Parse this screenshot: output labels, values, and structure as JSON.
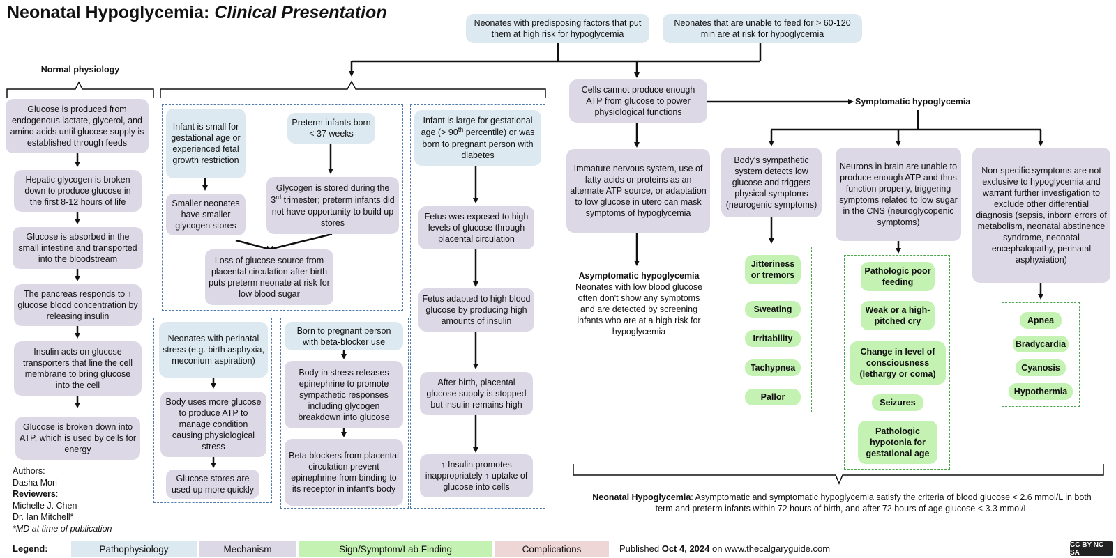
{
  "title": {
    "main": "Neonatal Hypoglycemia:",
    "italic": "Clinical Presentation"
  },
  "normal_physiology": {
    "heading": "Normal physiology",
    "steps": [
      "Glucose is produced from endogenous lactate, glycerol, and amino acids until glucose supply is established through feeds",
      "Hepatic glycogen is broken down to produce glucose in the first 8-12 hours of life",
      "Glucose is absorbed in the small intestine and transported into the bloodstream",
      "The pancreas responds to ↑ glucose blood concentration by releasing insulin",
      "Insulin acts on glucose transporters that line the cell membrane to bring glucose into the cell",
      "Glucose is broken down into ATP, which is used by cells for energy"
    ]
  },
  "top_causes": {
    "predisposing": "Neonates with predisposing factors that put them at high risk for hypoglycemia",
    "unable_feed": "Neonates that are unable to feed for > 60-120 min are at risk for hypoglycemia"
  },
  "sga_preterm": {
    "sga": "Infant is small for gestational age or experienced fetal growth restriction",
    "smaller_stores": "Smaller neonates have smaller glycogen stores",
    "preterm": "Preterm infants born < 37 weeks",
    "glycogen_third": "Glycogen is stored during the 3rd trimester; preterm infants did not have opportunity to build up stores",
    "loss_source": "Loss of glucose source from placental circulation after birth puts preterm neonate at risk for low blood sugar"
  },
  "lga": {
    "large": "Infant is large for gestational age (> 90th percentile) or was born to pregnant person with diabetes",
    "fetus_exposed": "Fetus was exposed to high levels of glucose through placental circulation",
    "fetus_adapted": "Fetus adapted to high blood glucose by producing high amounts of insulin",
    "after_birth": "After birth, placental glucose supply is stopped but insulin remains high",
    "insulin_promotes": "↑ Insulin promotes inappropriately ↑ uptake of glucose into cells"
  },
  "perinatal": {
    "stress": "Neonates with perinatal stress (e.g. birth asphyxia, meconium aspiration)",
    "body_uses": "Body uses more glucose to produce ATP to manage condition causing physiological stress",
    "stores_used": "Glucose stores are used up more quickly"
  },
  "beta_blocker": {
    "born_to": "Born to pregnant person with beta-blocker use",
    "body_stress": "Body in stress releases epinephrine to promote sympathetic responses including glycogen breakdown into glucose",
    "beta_blockers": "Beta blockers from placental circulation prevent epinephrine from binding to its receptor in infant's body"
  },
  "central": {
    "cells_cannot": "Cells cannot produce enough ATP from glucose to power physiological functions",
    "immature": "Immature nervous system, use of fatty acids or proteins as an alternate ATP source, or adaptation to low glucose in utero can mask symptoms of hypoglycemia",
    "asym_title": "Asymptomatic hypoglycemia",
    "asym_text": "Neonates with low blood glucose often don't show any symptoms and are detected by screening infants who are at a high risk for hypoglycemia",
    "symptomatic": "Symptomatic hypoglycemia"
  },
  "sympathetic": {
    "text": "Body's sympathetic system detects low glucose and triggers physical symptoms (neurogenic symptoms)",
    "signs": [
      "Jitteriness or tremors",
      "Sweating",
      "Irritability",
      "Tachypnea",
      "Pallor"
    ]
  },
  "neuroglycopenic": {
    "text": "Neurons in brain are unable to produce enough ATP and thus function properly, triggering symptoms related to low sugar in the CNS (neuroglycopenic symptoms)",
    "signs": [
      "Pathologic poor feeding",
      "Weak or a high-pitched cry",
      "Change in level of consciousness (lethargy or coma)",
      "Seizures",
      "Pathologic hypotonia for gestational age"
    ]
  },
  "nonspecific": {
    "text": "Non-specific symptoms are not exclusive to hypoglycemia and warrant further investigation to exclude other differential diagnosis (sepsis, inborn errors of metabolism, neonatal abstinence syndrome, neonatal encephalopathy, perinatal asphyxiation)",
    "signs": [
      "Apnea",
      "Bradycardia",
      "Cyanosis",
      "Hypothermia"
    ]
  },
  "definition": {
    "bold": "Neonatal Hypoglycemia",
    "text": ": Asymptomatic and symptomatic hypoglycemia satisfy the criteria of blood glucose < 2.6 mmol/L in both term and preterm infants within 72 hours of birth, and after 72 hours of age glucose < 3.3 mmol/L"
  },
  "authors": {
    "authors_label": "Authors",
    "author": "Dasha Mori",
    "reviewers_label": "Reviewers",
    "reviewer1": "Michelle J. Chen",
    "reviewer2": "Dr. Ian Mitchell*",
    "note": "*MD at time of publication"
  },
  "legend": {
    "label": "Legend:",
    "items": [
      "Pathophysiology",
      "Mechanism",
      "Sign/Symptom/Lab Finding",
      "Complications"
    ],
    "colors": [
      "#dce9f0",
      "#ddd8e6",
      "#c4f2b2",
      "#efd6d6"
    ]
  },
  "published": {
    "prefix": "Published ",
    "date": "Oct 4, 2024",
    "suffix": " on www.thecalgaryguide.com"
  },
  "license": "CC BY NC SA"
}
